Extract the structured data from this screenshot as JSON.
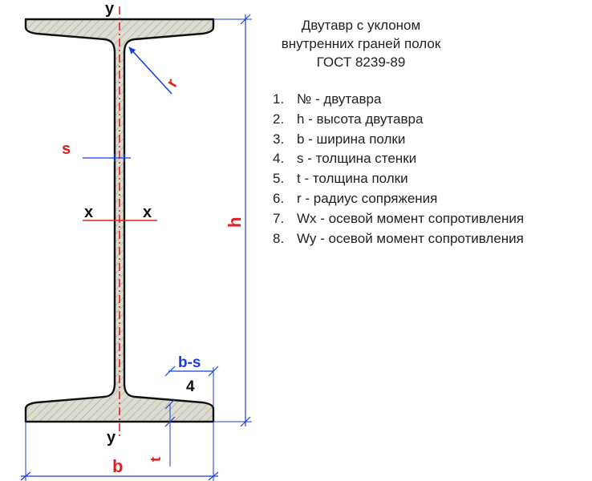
{
  "title": {
    "line1": "Двутавр с уклоном",
    "line2": "внутренних граней полок",
    "line3": "ГОСТ 8239-89"
  },
  "legend": [
    {
      "num": "1.",
      "text": "№ - двутавра"
    },
    {
      "num": "2.",
      "text": "h - высота двутавра"
    },
    {
      "num": "3.",
      "text": "b - ширина полки"
    },
    {
      "num": "4.",
      "text": "s - толщина стенки"
    },
    {
      "num": "5.",
      "text": "t - толщина полки"
    },
    {
      "num": "6.",
      "text": "r - радиус сопряжения"
    },
    {
      "num": "7.",
      "text": "Wx - осевой момент сопротивления"
    },
    {
      "num": "8.",
      "text": "Wy - осевой момент сопротивления"
    }
  ],
  "labels": {
    "y_top": "y",
    "y_bottom": "y",
    "x_left": "x",
    "x_right": "x",
    "s": "s",
    "r": "r",
    "h": "h",
    "b": "b",
    "t": "t",
    "b_minus_s": "b-s",
    "slope_denominator": "4"
  },
  "colors": {
    "red": "#e0201c",
    "blue": "#1a3fd6",
    "steel_fill": "#dcdcd2",
    "outline": "#111111"
  }
}
